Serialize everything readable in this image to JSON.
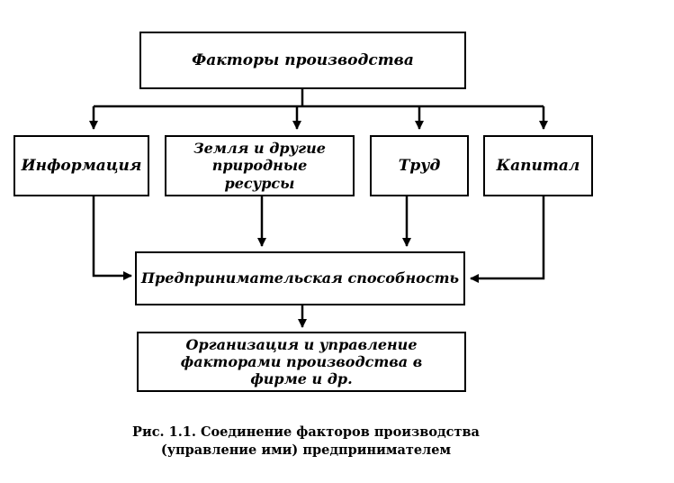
{
  "diagram": {
    "top": "Факторы производства",
    "factors": [
      "Информация",
      "Земля и другие природные ресурсы",
      "Труд",
      "Капитал"
    ],
    "entrepreneurship": "Предпринимательская способность",
    "management": "Организация и управление факторами производства в фирме и др."
  },
  "caption": {
    "line1": "Рис. 1.1. Соединение факторов производства",
    "line2": "(управление ими) предпринимателем"
  }
}
